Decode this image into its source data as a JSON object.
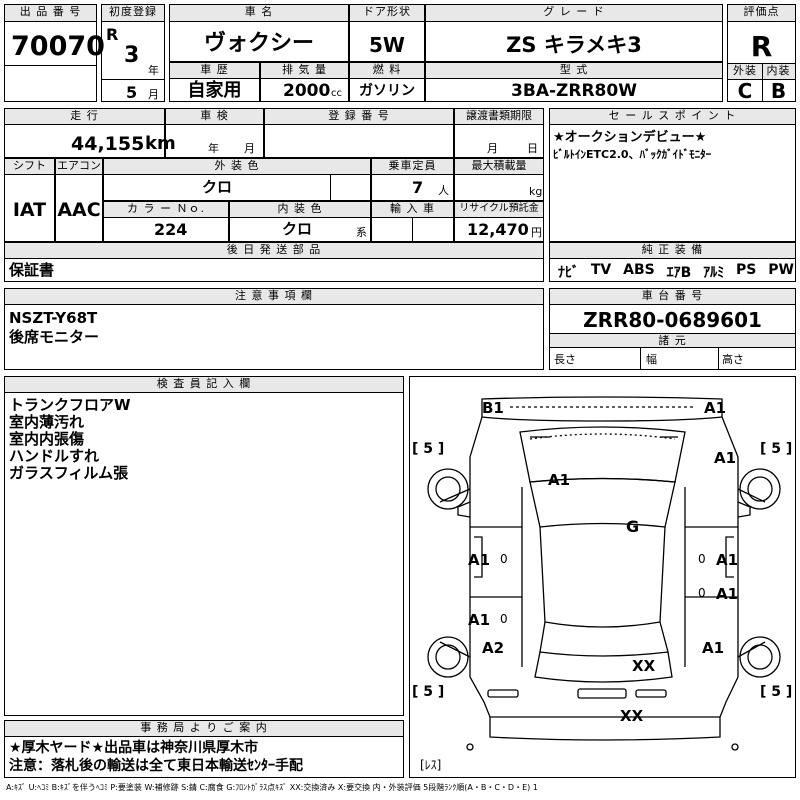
{
  "header": {
    "lot_label": "出 品 番 号",
    "lot_number": "70070",
    "first_reg_label": "初度登録",
    "era": "R",
    "year_num": "3",
    "year_unit": "年",
    "month_num": "5",
    "month_unit": "月",
    "car_name_label": "車 名",
    "car_name": "ヴォクシー",
    "door_label": "ドア形状",
    "door": "5W",
    "grade_label": "グ レ ー ド",
    "grade": "ZS キラメキ3",
    "score_label": "評価点",
    "score": "R",
    "history_label": "車 歴",
    "history": "自家用",
    "displacement_label": "排 気 量",
    "displacement": "2000",
    "displacement_unit": "cc",
    "fuel_label": "燃 料",
    "fuel": "ガソリン",
    "model_label": "型 式",
    "model": "3BA-ZRR80W",
    "exterior_label": "外装",
    "exterior": "C",
    "interior_label": "内装",
    "interior": "B"
  },
  "row2": {
    "mileage_label": "走 行",
    "mileage": "44,155",
    "mileage_unit": "km",
    "inspection_label": "車 検",
    "insp_year_unit": "年",
    "insp_month_unit": "月",
    "reg_no_label": "登 録 番 号",
    "transfer_label": "譲渡書類期限",
    "transfer_month_unit": "月",
    "transfer_day_unit": "日",
    "sales_point_label": "セ ー ル ス ポ イ ン ト",
    "sales_point_1": "★オークションデビュー★",
    "sales_point_2": "ﾋﾞﾙﾄｲﾝETC2.0、ﾊﾞｯｸｶﾞｲﾄﾞﾓﾆﾀｰ"
  },
  "row3": {
    "shift_label": "シフト",
    "shift": "IAT",
    "aircon_label": "エアコン",
    "aircon": "AAC",
    "ext_color_label": "外 装 色",
    "ext_color": "クロ",
    "capacity_label": "乗車定員",
    "capacity": "7",
    "capacity_unit": "人",
    "max_load_label": "最大積載量",
    "max_load_unit": "kg",
    "color_no_label": "カ ラ ー Ｎｏ.",
    "color_no": "224",
    "int_color_label": "内 装 色",
    "int_color": "クロ",
    "int_color_unit": "系",
    "import_label": "輸 入 車",
    "recycle_label": "リサイクル預託金",
    "recycle": "12,470",
    "recycle_unit": "円"
  },
  "later": {
    "label": "後 日 発 送 部 品",
    "value": "保証書"
  },
  "equipment": {
    "label": "純 正 装 備",
    "items": [
      "ﾅﾋﾞ",
      "TV",
      "ABS",
      "ｴｱB",
      "ｱﾙﾐ",
      "PS",
      "PW"
    ]
  },
  "caution": {
    "label": "注 意 事 項 欄",
    "line1": "NSZT-Y68T",
    "line2": "後席モニター"
  },
  "chassis": {
    "label": "車 台 番 号",
    "value": "ZRR80-0689601",
    "dims_label": "諸 元",
    "length_label": "長さ",
    "width_label": "幅",
    "height_label": "高さ"
  },
  "inspector": {
    "label": "検 査 員 記 入 欄",
    "notes": [
      "トランクフロアW",
      "室内薄汚れ",
      "室内内張傷",
      "ハンドルすれ",
      "ガラスフィルム張"
    ]
  },
  "office": {
    "label": "事 務 局 よ り ご 案 内",
    "line1": "★厚木ヤード★出品車は神奈川県厚木市",
    "line2": "注意：落札後の輸送は全て東日本輸送ｾﾝﾀｰ手配"
  },
  "diagram": {
    "tire_marks": [
      "[ 5 ]",
      "[ 5 ]",
      "[ 5 ]",
      "[ 5 ]"
    ],
    "spare_mark": "[ﾚｽ]",
    "marks": {
      "front_left_corner": "B1",
      "front_right_corner": "A1",
      "right_fender": "A1",
      "hood": "A1",
      "roof": "G",
      "left_front_door": "A1",
      "right_front_door": "A1",
      "left_rear_door": "A1",
      "right_rear_door": "A1",
      "left_rear_quarter": "A2",
      "right_rear_quarter": "A1",
      "back_door": "XX",
      "rear_bumper": "XX",
      "door_mark": "0"
    }
  },
  "legend": "A:ｷｽﾞ U:ﾍｺﾐ B:ｷｽﾞを伴うﾍｺﾐ P:要塗装 W:補修跡 S:錆 C:腐食 G:ﾌﾛﾝﾄｶﾞﾗｽ点ｷｽﾞ XX:交換済み X:要交換 内・外装評価 5段階ﾗﾝｸ順(A・B・C・D・E) 1"
}
